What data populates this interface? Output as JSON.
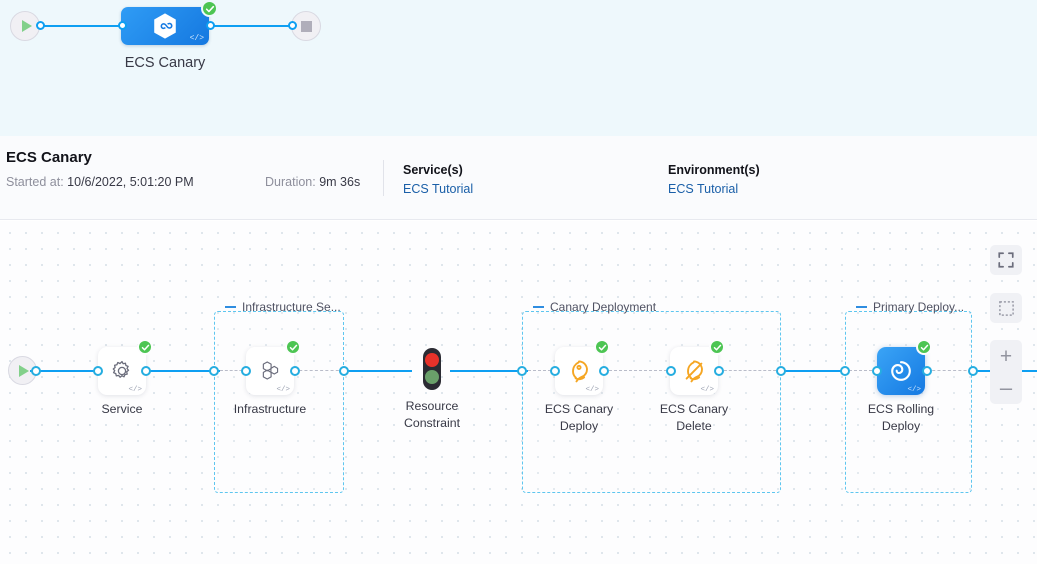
{
  "minimap": {
    "start_icon": "play-icon",
    "end_icon": "stop-icon",
    "pipeline_node_icon": "harness-hexagon-infinity-icon",
    "pipeline_node_code_glyph": "</>",
    "pipeline_node_status": "success-check-icon",
    "pipeline_label": "ECS Canary"
  },
  "summary": {
    "title": "ECS Canary",
    "started_key": "Started at:",
    "started_value": "10/6/2022, 5:01:20 PM",
    "duration_key": "Duration:",
    "duration_value": "9m 36s",
    "services_header": "Service(s)",
    "services_value": "ECS Tutorial",
    "environments_header": "Environment(s)",
    "environments_value": "ECS Tutorial"
  },
  "canvas": {
    "groups": [
      {
        "label": "Infrastructure Se...",
        "name": "group-infrastructure-section"
      },
      {
        "label": "Canary Deployment",
        "name": "group-canary-deployment"
      },
      {
        "label": "Primary Deploy...",
        "name": "group-primary-deployment"
      }
    ],
    "start_icon": "play-icon",
    "steps": [
      {
        "label": "Service",
        "icon": "gear-icon",
        "status": "success-check-icon",
        "code_glyph": "</>"
      },
      {
        "label": "Infrastructure",
        "icon": "hexagon-cluster-icon",
        "status": "success-check-icon",
        "code_glyph": "</>"
      },
      {
        "label": "Resource\nConstraint",
        "icon": "traffic-light-icon",
        "status": "",
        "code_glyph": ""
      },
      {
        "label": "ECS Canary\nDeploy",
        "icon": "canary-bird-icon",
        "status": "success-check-icon",
        "code_glyph": "</>"
      },
      {
        "label": "ECS Canary\nDelete",
        "icon": "canary-bird-delete-icon",
        "status": "success-check-icon",
        "code_glyph": "</>"
      },
      {
        "label": "ECS Rolling\nDeploy",
        "icon": "ecs-rolling-deploy-icon",
        "status": "success-check-icon",
        "code_glyph": "</>"
      }
    ],
    "step_labels": {
      "service": "Service",
      "infrastructure": "Infrastructure",
      "resource_constraint_l1": "Resource",
      "resource_constraint_l2": "Constraint",
      "canary_deploy_l1": "ECS Canary",
      "canary_deploy_l2": "Deploy",
      "canary_delete_l1": "ECS Canary",
      "canary_delete_l2": "Delete",
      "rolling_deploy_l1": "ECS Rolling",
      "rolling_deploy_l2": "Deploy"
    },
    "controls": {
      "fit_icon": "fit-to-screen-icon",
      "select_icon": "marquee-select-icon",
      "zoom_in_label": "+",
      "zoom_out_label": "–"
    }
  },
  "colors": {
    "accent_blue": "#0e9ff2",
    "node_blue": "#1579e2",
    "success_green": "#4dc553",
    "canary_orange": "#f5a623",
    "link_blue": "#1a5fa8",
    "group_border": "#5ec6ef",
    "banner_bg": "#eef8fc"
  }
}
